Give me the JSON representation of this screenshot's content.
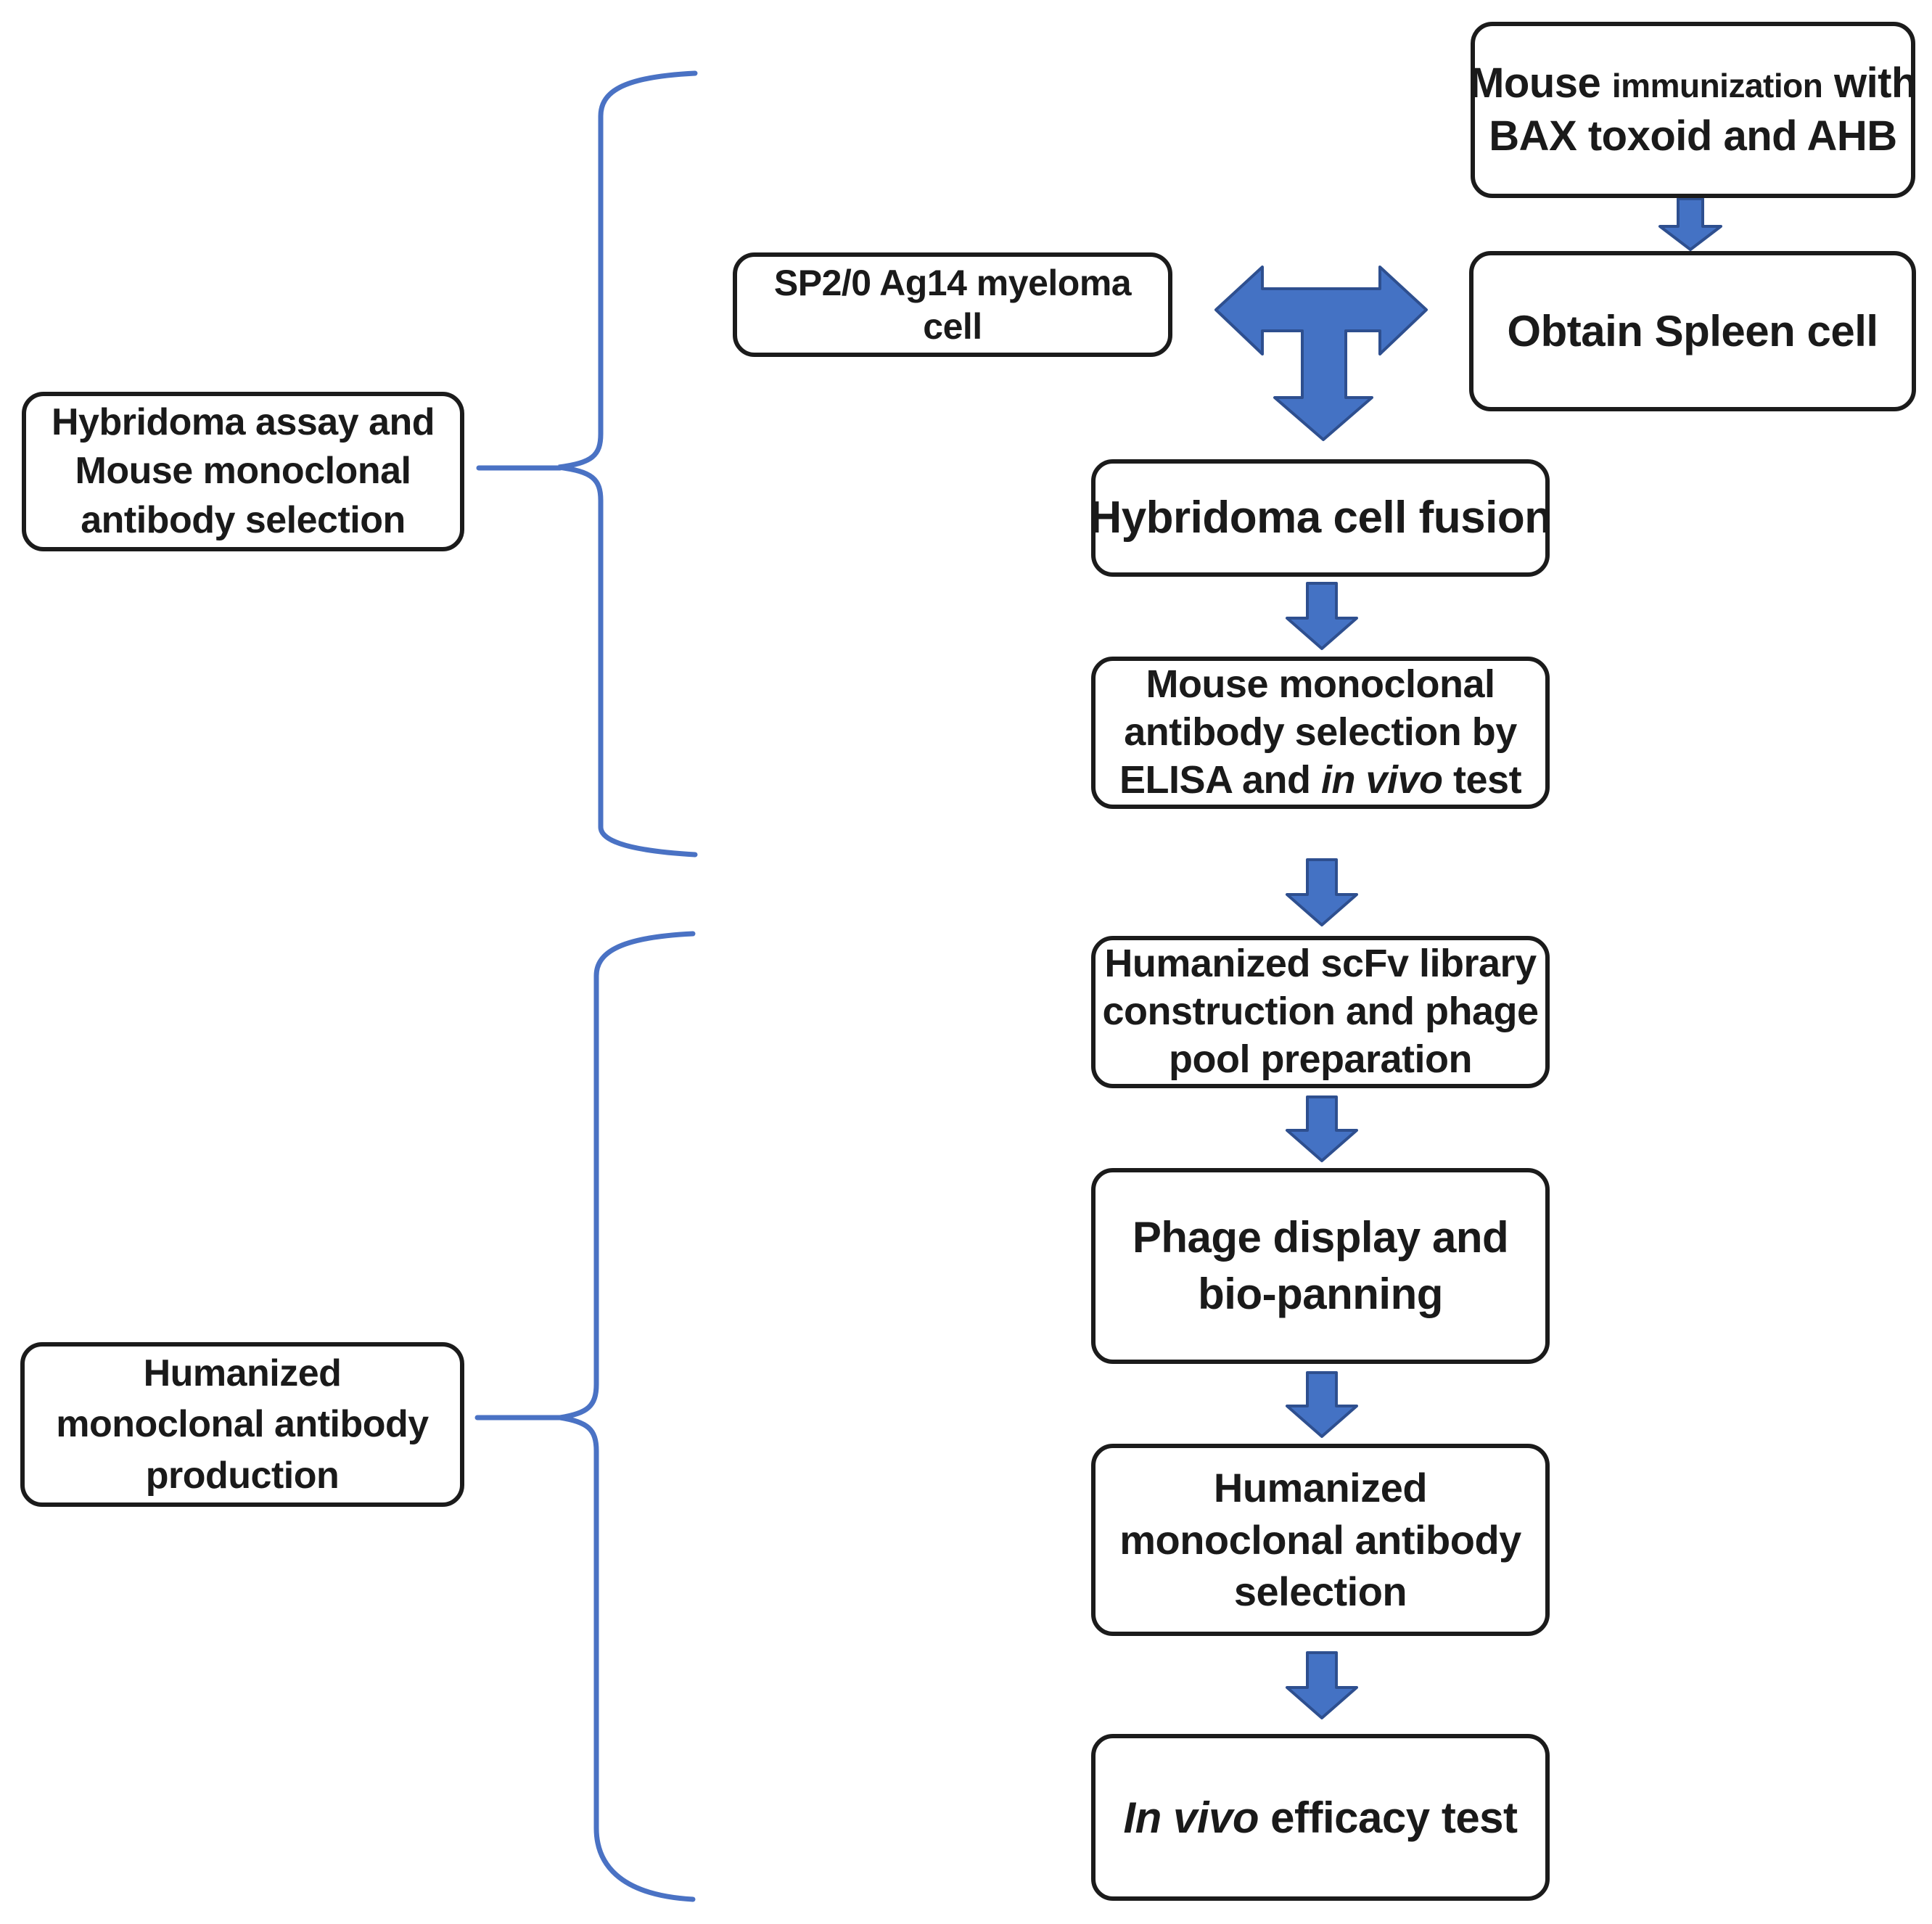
{
  "figure": {
    "title": "Monoclonal antibody production workflow",
    "colors": {
      "arrow_fill": "#4472c4",
      "arrow_stroke": "#2e4f8f",
      "brace": "#4a72c4",
      "box_border": "#1b1b1b",
      "text": "#1a1a1a",
      "background": "#ffffff"
    },
    "groups": {
      "hybridoma": {
        "lines": [
          "Hybridoma assay and",
          "Mouse monoclonal",
          "antibody selection"
        ]
      },
      "humanized": {
        "lines": [
          "Humanized",
          "monoclonal antibody",
          "production"
        ]
      }
    },
    "nodes": {
      "mouse_immunization": {
        "l1a": "Mouse ",
        "l1b": "immunization",
        "l1c": " with",
        "l2": "BAX toxoid and AHB"
      },
      "sp2_0": {
        "lines": [
          "SP2/0 Ag14 myeloma",
          "cell"
        ]
      },
      "obtain_spleen": {
        "label": "Obtain Spleen cell"
      },
      "hybridoma_fusion": {
        "label": "Hybridoma cell fusion"
      },
      "mouse_mab_selection": {
        "l1": "Mouse monoclonal",
        "l2": "antibody selection by",
        "l3a": "ELISA and ",
        "l3b": "in vivo",
        "l3c": " test"
      },
      "scfv_library": {
        "lines": [
          "Humanized scFv library",
          "construction and phage",
          "pool preparation"
        ]
      },
      "phage_display": {
        "lines": [
          "Phage display and",
          "bio-panning"
        ]
      },
      "humanized_selection": {
        "lines": [
          "Humanized",
          "monoclonal antibody",
          "selection"
        ]
      },
      "invivo_efficacy": {
        "l1a": "In vivo",
        "l1b": " efficacy test"
      }
    }
  }
}
